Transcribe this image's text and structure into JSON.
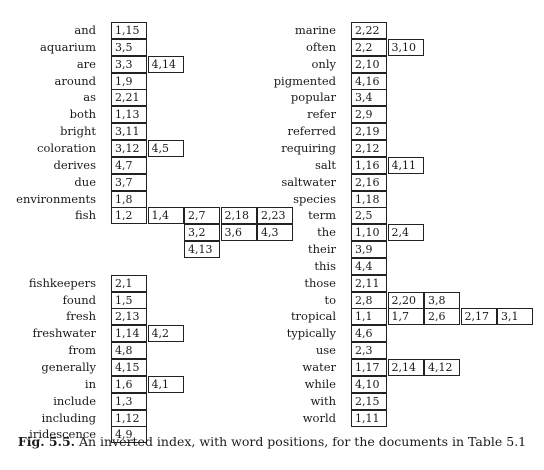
{
  "index": {
    "left": [
      {
        "term": "and",
        "postings": [
          [
            "1,15"
          ]
        ]
      },
      {
        "term": "aquarium",
        "postings": [
          [
            "3,5"
          ]
        ]
      },
      {
        "term": "are",
        "postings": [
          [
            "3,3",
            "4,14"
          ]
        ]
      },
      {
        "term": "around",
        "postings": [
          [
            "1,9"
          ]
        ]
      },
      {
        "term": "as",
        "postings": [
          [
            "2,21"
          ]
        ]
      },
      {
        "term": "both",
        "postings": [
          [
            "1,13"
          ]
        ]
      },
      {
        "term": "bright",
        "postings": [
          [
            "3,11"
          ]
        ]
      },
      {
        "term": "coloration",
        "postings": [
          [
            "3,12",
            "4,5"
          ]
        ]
      },
      {
        "term": "derives",
        "postings": [
          [
            "4,7"
          ]
        ]
      },
      {
        "term": "due",
        "postings": [
          [
            "3,7"
          ]
        ]
      },
      {
        "term": "environments",
        "postings": [
          [
            "1,8"
          ]
        ]
      },
      {
        "term": "fish",
        "postings": [
          [
            "1,2",
            "1,4",
            "2,7",
            "2,18",
            "2,23"
          ],
          [
            null,
            null,
            "3,2",
            "3,6",
            "4,3"
          ],
          [
            null,
            null,
            "4,13"
          ]
        ]
      },
      {
        "term": "",
        "postings": []
      },
      {
        "term": "fishkeepers",
        "postings": [
          [
            "2,1"
          ]
        ]
      },
      {
        "term": "found",
        "postings": [
          [
            "1,5"
          ]
        ]
      },
      {
        "term": "fresh",
        "postings": [
          [
            "2,13"
          ]
        ]
      },
      {
        "term": "freshwater",
        "postings": [
          [
            "1,14",
            "4,2"
          ]
        ]
      },
      {
        "term": "from",
        "postings": [
          [
            "4,8"
          ]
        ]
      },
      {
        "term": "generally",
        "postings": [
          [
            "4,15"
          ]
        ]
      },
      {
        "term": "in",
        "postings": [
          [
            "1,6",
            "4,1"
          ]
        ]
      },
      {
        "term": "include",
        "postings": [
          [
            "1,3"
          ]
        ]
      },
      {
        "term": "including",
        "postings": [
          [
            "1,12"
          ]
        ]
      },
      {
        "term": "iridescence",
        "postings": [
          [
            "4,9"
          ]
        ]
      }
    ],
    "right": [
      {
        "term": "marine",
        "postings": [
          [
            "2,22"
          ]
        ]
      },
      {
        "term": "often",
        "postings": [
          [
            "2,2",
            "3,10"
          ]
        ]
      },
      {
        "term": "only",
        "postings": [
          [
            "2,10"
          ]
        ]
      },
      {
        "term": "pigmented",
        "postings": [
          [
            "4,16"
          ]
        ]
      },
      {
        "term": "popular",
        "postings": [
          [
            "3,4"
          ]
        ]
      },
      {
        "term": "refer",
        "postings": [
          [
            "2,9"
          ]
        ]
      },
      {
        "term": "referred",
        "postings": [
          [
            "2,19"
          ]
        ]
      },
      {
        "term": "requiring",
        "postings": [
          [
            "2,12"
          ]
        ]
      },
      {
        "term": "salt",
        "postings": [
          [
            "1,16",
            "4,11"
          ]
        ]
      },
      {
        "term": "saltwater",
        "postings": [
          [
            "2,16"
          ]
        ]
      },
      {
        "term": "species",
        "postings": [
          [
            "1,18"
          ]
        ]
      },
      {
        "term": "term",
        "postings": [
          [
            "2,5"
          ]
        ]
      },
      {
        "term": "the",
        "postings": [
          [
            "1,10",
            "2,4"
          ]
        ]
      },
      {
        "term": "their",
        "postings": [
          [
            "3,9"
          ]
        ]
      },
      {
        "term": "this",
        "postings": [
          [
            "4,4"
          ]
        ]
      },
      {
        "term": "those",
        "postings": [
          [
            "2,11"
          ]
        ]
      },
      {
        "term": "to",
        "postings": [
          [
            "2,8",
            "2,20",
            "3,8"
          ]
        ]
      },
      {
        "term": "tropical",
        "postings": [
          [
            "1,1",
            "1,7",
            "2,6",
            "2,17",
            "3,1"
          ]
        ]
      },
      {
        "term": "typically",
        "postings": [
          [
            "4,6"
          ]
        ]
      },
      {
        "term": "use",
        "postings": [
          [
            "2,3"
          ]
        ]
      },
      {
        "term": "water",
        "postings": [
          [
            "1,17",
            "2,14",
            "4,12"
          ]
        ]
      },
      {
        "term": "while",
        "postings": [
          [
            "4,10"
          ]
        ]
      },
      {
        "term": "with",
        "postings": [
          [
            "2,15"
          ]
        ]
      },
      {
        "term": "world",
        "postings": [
          [
            "1,11"
          ]
        ]
      }
    ]
  },
  "caption": {
    "label": "Fig. 5.5.",
    "text": " An inverted index, with word positions, for the documents in Table 5.1"
  }
}
